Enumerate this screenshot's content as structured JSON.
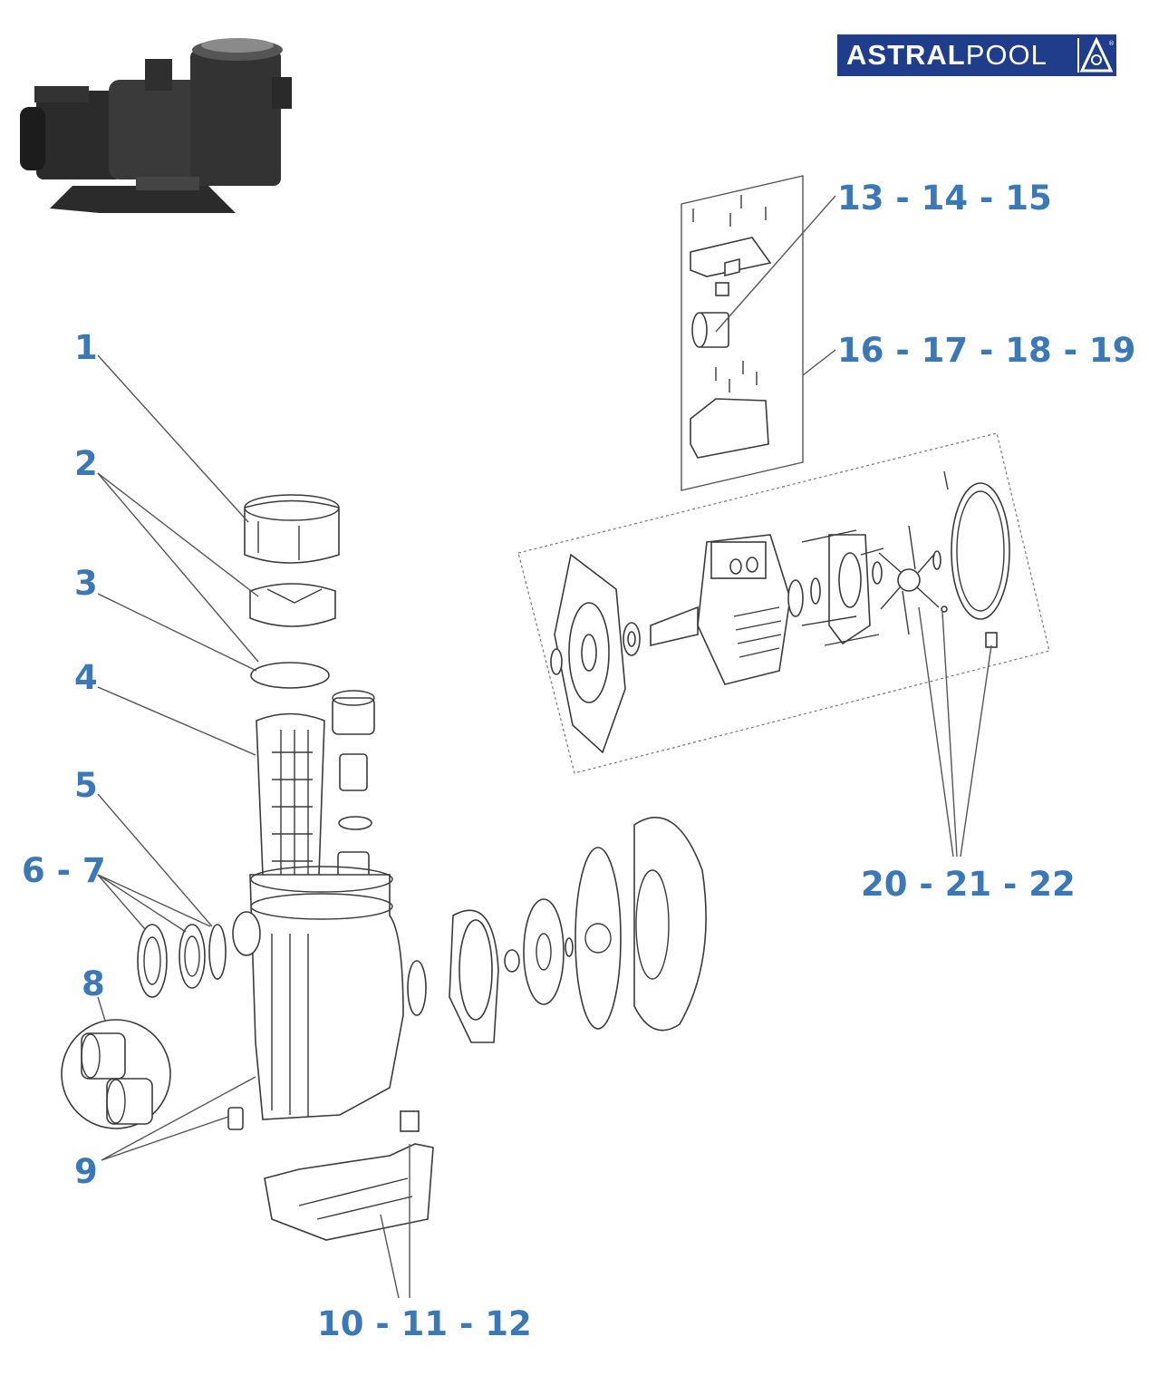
{
  "brand": {
    "name_bold": "ASTRAL",
    "name_light": "POOL",
    "mark": "registered-sign",
    "registered": "®"
  },
  "colors": {
    "callout": "#3a78b8",
    "brand_bg": "#1f3d8a",
    "line": "#555555"
  },
  "callouts": {
    "c1": "1",
    "c2": "2",
    "c3": "3",
    "c4": "4",
    "c5": "5",
    "c6_7": "6 - 7",
    "c8": "8",
    "c9": "9",
    "c10_12": "10 - 11 - 12",
    "c13_15": "13 - 14 - 15",
    "c16_19": "16 - 17 - 18 - 19",
    "c20_22": "20 - 21 - 22"
  }
}
